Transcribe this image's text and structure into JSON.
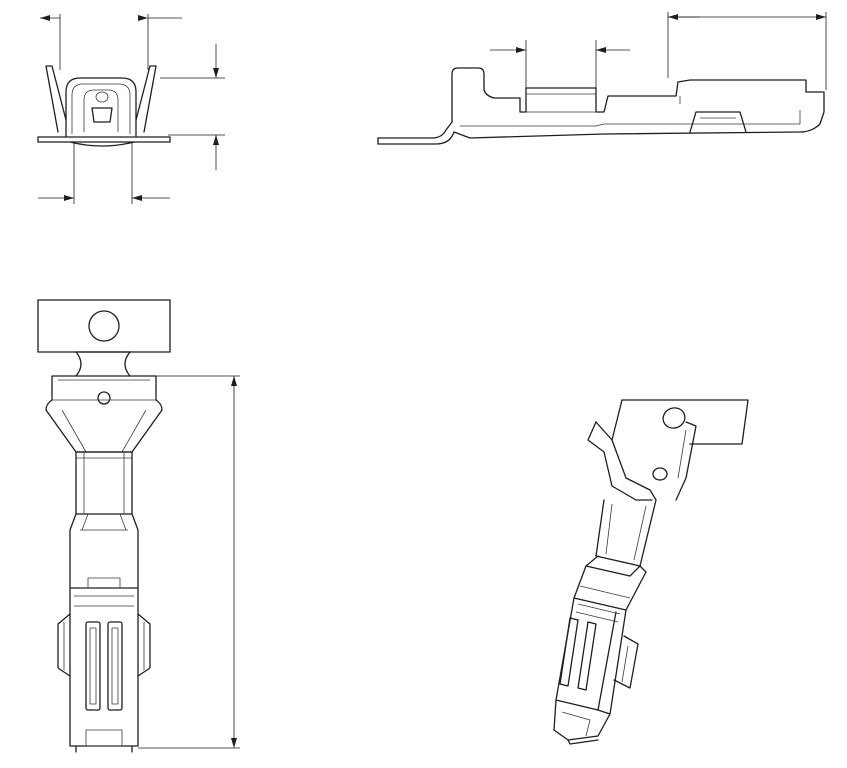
{
  "drawing": {
    "line_color": "#1e1e1e",
    "background": "#ffffff",
    "views": [
      {
        "key": "front",
        "name": "front-view"
      },
      {
        "key": "side",
        "name": "side-view"
      },
      {
        "key": "top",
        "name": "top-view"
      },
      {
        "key": "iso",
        "name": "isometric-view"
      }
    ],
    "text": []
  }
}
